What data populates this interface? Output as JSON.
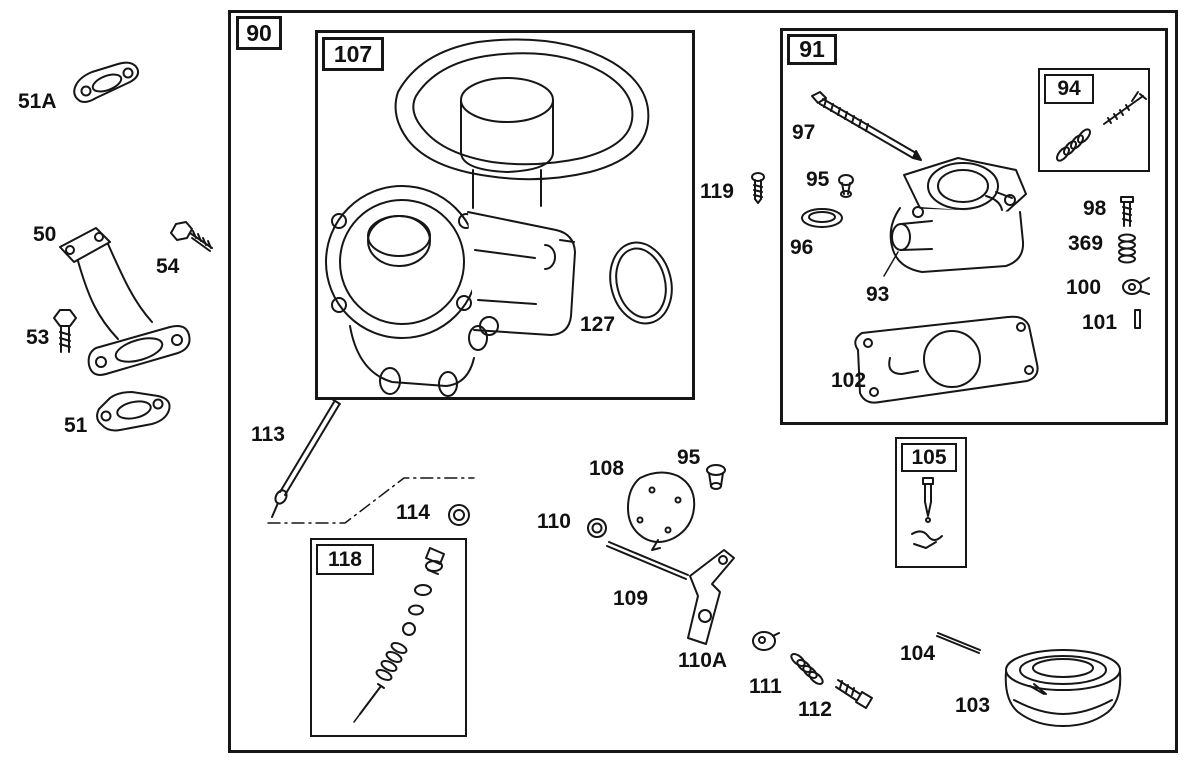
{
  "colors": {
    "line": "#161616",
    "background": "#ffffff",
    "text": "#111111"
  },
  "boxes": {
    "b90": "90",
    "b107": "107",
    "b91": "91",
    "b94": "94",
    "b105": "105",
    "b118": "118"
  },
  "parts": {
    "p51A": "51A",
    "p50": "50",
    "p54": "54",
    "p53": "53",
    "p51": "51",
    "p127": "127",
    "p119": "119",
    "p97": "97",
    "p95_top": "95",
    "p96": "96",
    "p93": "93",
    "p98": "98",
    "p369": "369",
    "p100": "100",
    "p101": "101",
    "p102": "102",
    "p113": "113",
    "p114": "114",
    "p108": "108",
    "p95_mid": "95",
    "p110": "110",
    "p109": "109",
    "p110A": "110A",
    "p111": "111",
    "p112": "112",
    "p104": "104",
    "p103": "103"
  }
}
